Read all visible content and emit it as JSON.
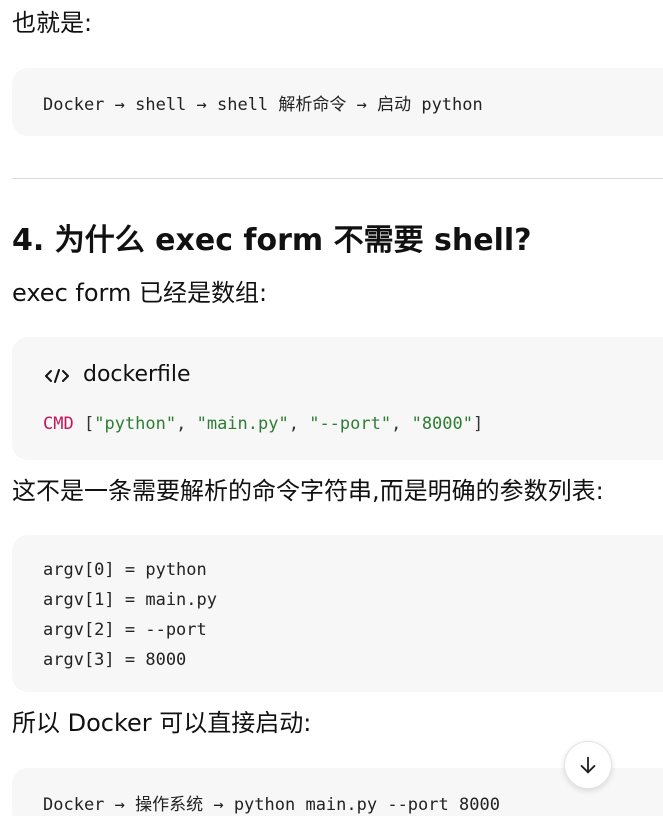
{
  "intro_text": "也就是:",
  "flow1": {
    "code": "Docker → shell → shell 解析命令 → 启动 python"
  },
  "heading": "4. 为什么 exec form 不需要 shell?",
  "exec_text": "exec form 已经是数组:",
  "dockerfile_block": {
    "language_label": "dockerfile",
    "icon": "code-icon",
    "cmd_keyword": "CMD",
    "tokens": [
      {
        "text": "[",
        "kind": "punc"
      },
      {
        "text": "\"python\"",
        "kind": "str"
      },
      {
        "text": ", ",
        "kind": "punc"
      },
      {
        "text": "\"main.py\"",
        "kind": "str"
      },
      {
        "text": ", ",
        "kind": "punc"
      },
      {
        "text": "\"--port\"",
        "kind": "str"
      },
      {
        "text": ", ",
        "kind": "punc"
      },
      {
        "text": "\"8000\"",
        "kind": "str"
      },
      {
        "text": "]",
        "kind": "punc"
      }
    ]
  },
  "explain_text": "这不是一条需要解析的命令字符串,而是明确的参数列表:",
  "argv_block": {
    "lines": [
      "argv[0] = python",
      "argv[1] = main.py",
      "argv[2] = --port",
      "argv[3] = 8000"
    ]
  },
  "docker_direct_text": "所以 Docker 可以直接启动:",
  "flow2": {
    "code": "Docker → 操作系统 → python main.py --port 8000"
  },
  "scroll_button": {
    "icon": "arrow-down-icon"
  }
}
